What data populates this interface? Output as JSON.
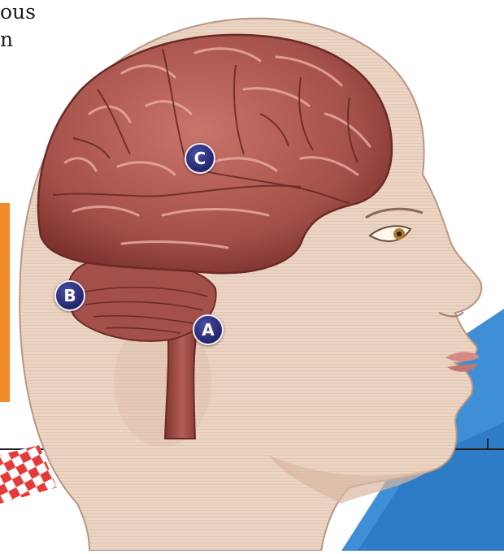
{
  "cut_text": {
    "line1": "ous",
    "line2": "n"
  },
  "markers": {
    "a": "A",
    "b": "B",
    "c": "C"
  },
  "colors": {
    "skin": "#ecd4c2",
    "skin_shadow": "#d8b8a3",
    "brain": "#b45e56",
    "brain_dark": "#7e3430",
    "brain_highlight": "#e8a9a0",
    "marker": "#2b2e7a",
    "background_blue": "#3f8fd6",
    "orange_bar": "#f08a2a",
    "checker_red": "#e53a3a"
  }
}
